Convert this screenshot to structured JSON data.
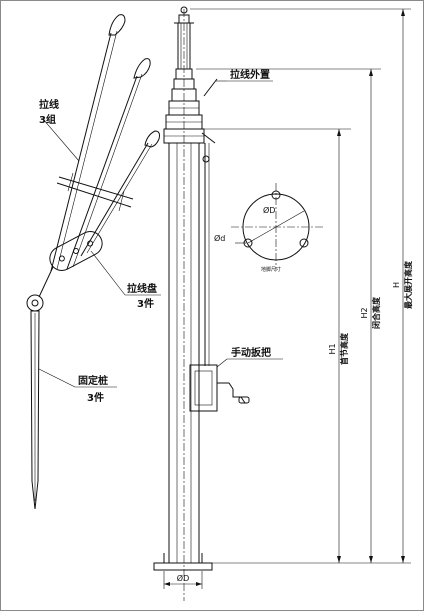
{
  "labels": {
    "guy_wire": "拉线",
    "guy_wire_qty": "3组",
    "guy_wire_outer": "拉线外置",
    "guy_plate": "拉线盘",
    "guy_plate_qty": "3件",
    "ground_stake": "固定桩",
    "ground_stake_qty": "3件",
    "hand_crank": "手动扳把",
    "base_diameter": "ØD",
    "hole_circle": "Ød",
    "pcd": "ØD",
    "flange_caption": "地脚尺寸"
  },
  "dimensions": {
    "h1_symbol": "H1",
    "h1_name": "首节高度",
    "h2_symbol": "H2",
    "h2_name": "闭合高度",
    "h_symbol": "H",
    "h_name": "最大展开高度"
  }
}
